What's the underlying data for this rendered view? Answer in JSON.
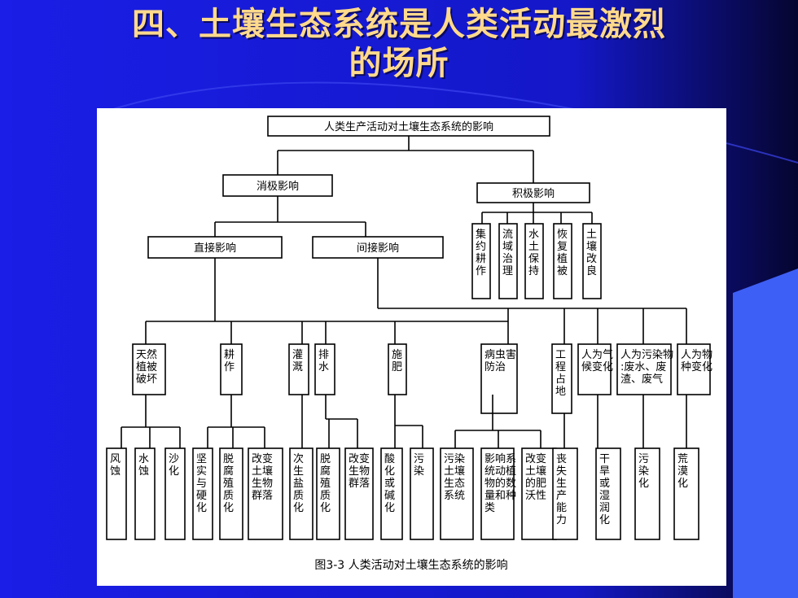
{
  "slide": {
    "title_line1": "四、土壤生态系统是人类活动最激烈",
    "title_line2": "的场所"
  },
  "diagram": {
    "root": "人类生产活动对土壤生态系统的影响",
    "negative": "消极影响",
    "positive": "积极影响",
    "positive_items": [
      "集约耕作",
      "流域治理",
      "水土保持",
      "恢复植被",
      "土壤改良"
    ],
    "direct": "直接影响",
    "indirect": "间接影响",
    "categories": {
      "natural_veg": "天然植被破坏",
      "tillage": "耕作",
      "irrigation": "灌溉",
      "drainage": "排水",
      "fertilize": "施肥",
      "pest": "病虫害防治",
      "engineering": "工程占地",
      "climate": "人为气候变化",
      "pollution": "人为污染物:废水、废渣、废气",
      "species": "人为物种变化"
    },
    "effects": {
      "wind": "风蚀",
      "water": "水蚀",
      "sand": "沙化",
      "harden": "坚实与硬化",
      "humus": "脱腐殖质化",
      "tillage_biota": "改变土壤生物群落",
      "salin": "次生盐质化",
      "drain_humus": "脱腐殖质化",
      "drain_biota": "改变生物群落",
      "acid": "酸化或碱化",
      "fert_pollute": "污染",
      "pest_pollute": "污染土壤生态系统",
      "pest_affect": "影响系统动植物的数量和种类",
      "pest_fertility": "改变土壤的肥沃性",
      "lose_capacity": "丧失生产能力",
      "dry_wet": "干旱或湿润化",
      "polluted": "污染化",
      "desert": "荒漠化"
    },
    "caption": "图3-3 人类活动对土壤生态系统的影响"
  }
}
